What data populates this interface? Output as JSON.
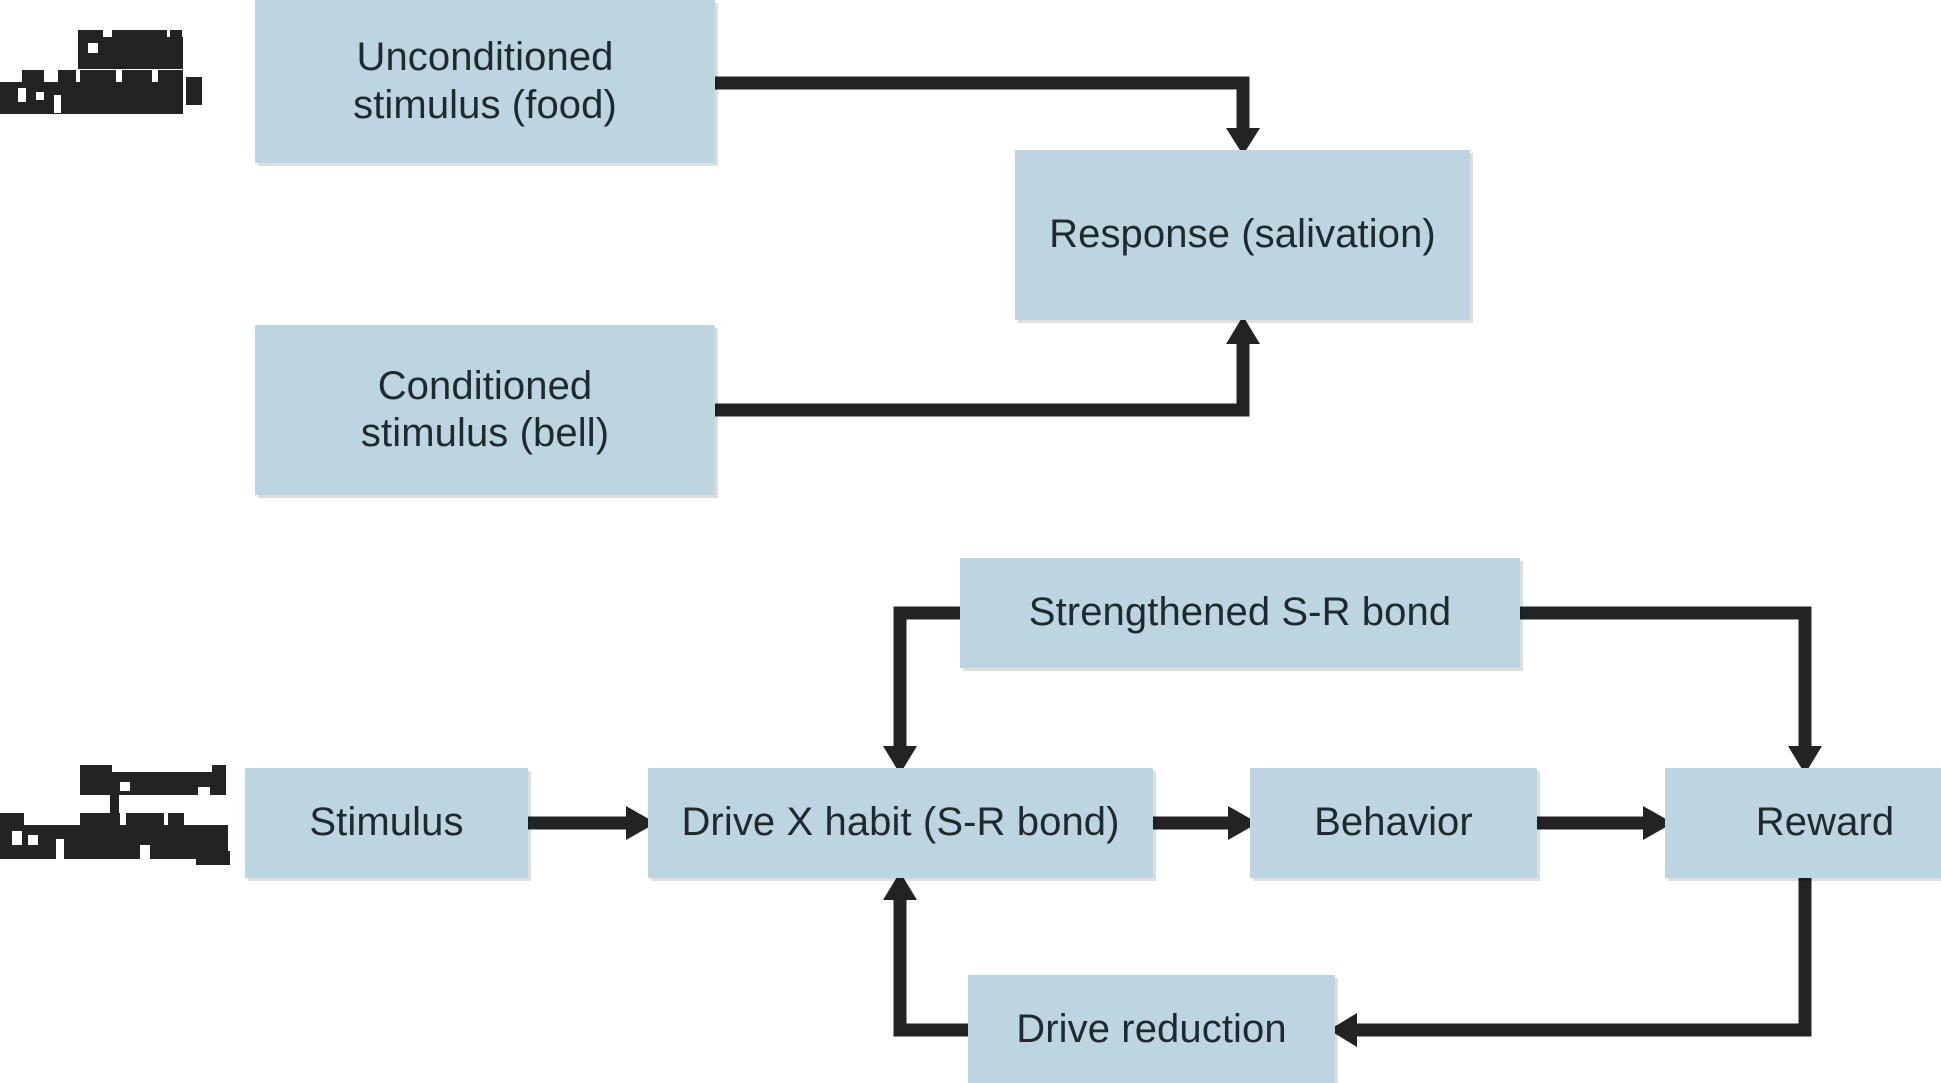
{
  "figure": {
    "type": "flow-diagram",
    "background_color": "#ffffff",
    "box_fill_color": "#bdd5e1",
    "box_shadow_color": "#d2d2d2",
    "connector_color": "#232323",
    "text_color": "#1f2a2e"
  },
  "sections": [
    {
      "id": "classical",
      "label_redacted": true,
      "label_text": "",
      "label_note": "left-margin section label rendered as obscured dark blocks"
    },
    {
      "id": "operant",
      "label_redacted": true,
      "label_text": "",
      "label_note": "left-margin section label rendered as obscured dark blocks"
    }
  ],
  "nodes": {
    "unconditioned_stimulus": "Unconditioned\nstimulus (food)",
    "conditioned_stimulus": "Conditioned\nstimulus (bell)",
    "response": "Response (salivation)",
    "strengthened_bond": "Strengthened S-R bond",
    "stimulus": "Stimulus",
    "drive_x_habit": "Drive X habit (S-R bond)",
    "behavior": "Behavior",
    "reward": "Reward",
    "drive_reduction": "Drive reduction"
  },
  "connections": [
    {
      "from": "unconditioned_stimulus",
      "to": "response",
      "arrow": "down"
    },
    {
      "from": "conditioned_stimulus",
      "to": "response",
      "arrow": "up"
    },
    {
      "from": "strengthened_bond",
      "to": "drive_x_habit",
      "arrow": "down"
    },
    {
      "from": "strengthened_bond",
      "to": "reward",
      "arrow": "down"
    },
    {
      "from": "stimulus",
      "to": "drive_x_habit",
      "arrow": "right"
    },
    {
      "from": "drive_x_habit",
      "to": "behavior",
      "arrow": "right"
    },
    {
      "from": "behavior",
      "to": "reward",
      "arrow": "right"
    },
    {
      "from": "reward",
      "to": "drive_reduction",
      "arrow": "left"
    },
    {
      "from": "drive_reduction",
      "to": "drive_x_habit",
      "arrow": "up"
    }
  ]
}
